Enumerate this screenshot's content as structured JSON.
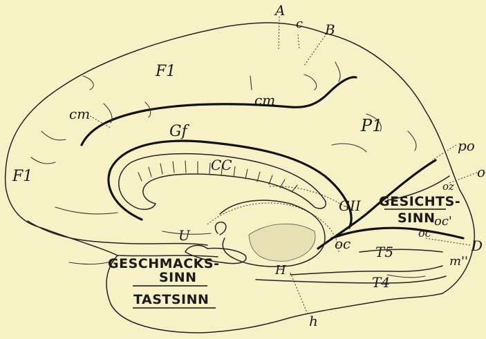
{
  "labels": {
    "A": "A",
    "c": "c",
    "B": "B",
    "F1_top": "F1",
    "cm_top": "cm",
    "cm_left": "cm",
    "Gf": "Gf",
    "P1": "P1",
    "po": "po",
    "o": "o",
    "F1_left": "F1",
    "CC": "CC",
    "GII": "GII",
    "oz": "oz",
    "oc_prime": "oc'",
    "oc_right": "oc",
    "D": "D",
    "U": "U",
    "oc_mid": "oc",
    "T5": "T5",
    "m2": "m''",
    "H": "H",
    "T4": "T4",
    "h": "h"
  },
  "senses": {
    "sight_1": "GESICHTS-",
    "sight_2": "SINN",
    "taste_1": "GESCHMACKS-",
    "taste_2": "SINN",
    "touch": "TASTSINN"
  }
}
